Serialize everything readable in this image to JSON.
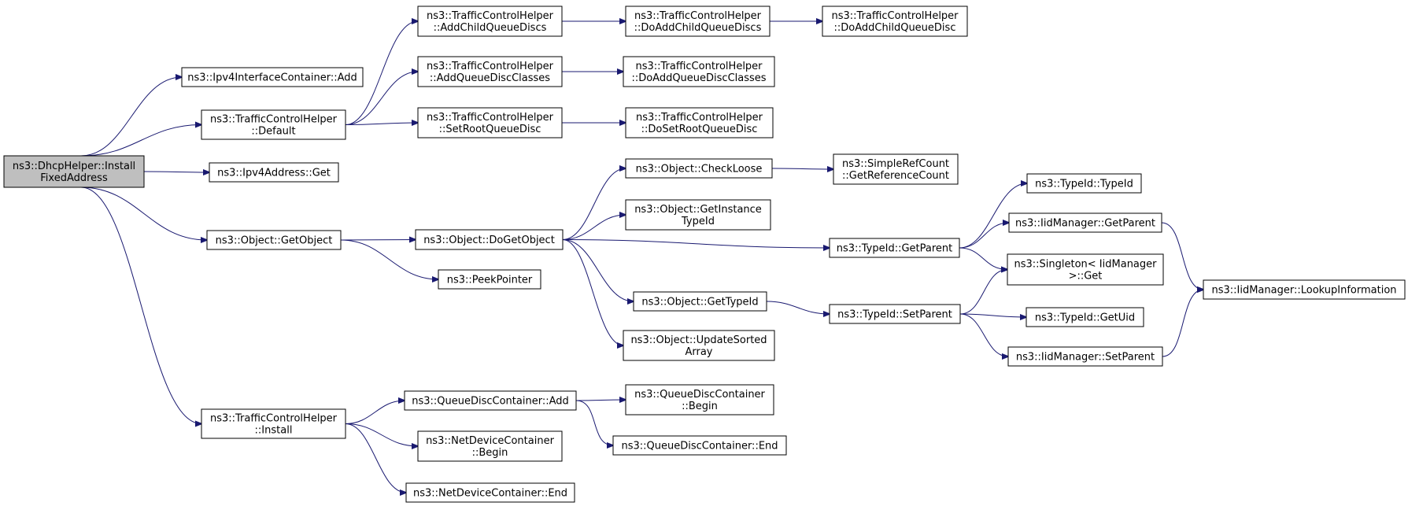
{
  "colors": {
    "edge": "#191970",
    "root_fill": "#bfbfbf",
    "node_fill": "#ffffff",
    "node_stroke": "#000000"
  },
  "nodes": {
    "root": [
      "ns3::DhcpHelper::Install",
      "FixedAddress"
    ],
    "ipv4ic_add": [
      "ns3::Ipv4InterfaceContainer::Add"
    ],
    "tch_default": [
      "ns3::TrafficControlHelper",
      "::Default"
    ],
    "ipv4addr_get": [
      "ns3::Ipv4Address::Get"
    ],
    "obj_getobject": [
      "ns3::Object::GetObject"
    ],
    "tch_install": [
      "ns3::TrafficControlHelper",
      "::Install"
    ],
    "tch_addchild": [
      "ns3::TrafficControlHelper",
      "::AddChildQueueDiscs"
    ],
    "tch_addclasses": [
      "ns3::TrafficControlHelper",
      "::AddQueueDiscClasses"
    ],
    "tch_setroot": [
      "ns3::TrafficControlHelper",
      "::SetRootQueueDisc"
    ],
    "obj_dogetobject": [
      "ns3::Object::DoGetObject"
    ],
    "peekpointer": [
      "ns3::PeekPointer"
    ],
    "qdc_add": [
      "ns3::QueueDiscContainer::Add"
    ],
    "ndc_begin": [
      "ns3::NetDeviceContainer",
      "::Begin"
    ],
    "ndc_end": [
      "ns3::NetDeviceContainer::End"
    ],
    "tch_doaddchilds": [
      "ns3::TrafficControlHelper",
      "::DoAddChildQueueDiscs"
    ],
    "tch_doaddclasses": [
      "ns3::TrafficControlHelper",
      "::DoAddQueueDiscClasses"
    ],
    "tch_dosetroot": [
      "ns3::TrafficControlHelper",
      "::DoSetRootQueueDisc"
    ],
    "obj_checkloose": [
      "ns3::Object::CheckLoose"
    ],
    "obj_getinstancetypeid": [
      "ns3::Object::GetInstance",
      "TypeId"
    ],
    "obj_gettypeid": [
      "ns3::Object::GetTypeId"
    ],
    "obj_updatesorted": [
      "ns3::Object::UpdateSorted",
      "Array"
    ],
    "qdc_begin": [
      "ns3::QueueDiscContainer",
      "::Begin"
    ],
    "qdc_end": [
      "ns3::QueueDiscContainer::End"
    ],
    "tch_doaddchild": [
      "ns3::TrafficControlHelper",
      "::DoAddChildQueueDisc"
    ],
    "src_getref": [
      "ns3::SimpleRefCount",
      "::GetReferenceCount"
    ],
    "typeid_getparent": [
      "ns3::TypeId::GetParent"
    ],
    "typeid_setparent": [
      "ns3::TypeId::SetParent"
    ],
    "typeid_typeid": [
      "ns3::TypeId::TypeId"
    ],
    "iid_getparent": [
      "ns3::IidManager::GetParent"
    ],
    "singleton_get": [
      "ns3::Singleton< IidManager",
      ">::Get"
    ],
    "typeid_getuid": [
      "ns3::TypeId::GetUid"
    ],
    "iid_setparent": [
      "ns3::IidManager::SetParent"
    ],
    "iid_lookup": [
      "ns3::IidManager::LookupInformation"
    ]
  },
  "edges": [
    [
      "root",
      "ipv4ic_add"
    ],
    [
      "root",
      "tch_default"
    ],
    [
      "root",
      "ipv4addr_get"
    ],
    [
      "root",
      "obj_getobject"
    ],
    [
      "root",
      "tch_install"
    ],
    [
      "tch_default",
      "tch_addchild"
    ],
    [
      "tch_default",
      "tch_addclasses"
    ],
    [
      "tch_default",
      "tch_setroot"
    ],
    [
      "tch_addchild",
      "tch_doaddchilds"
    ],
    [
      "tch_doaddchilds",
      "tch_doaddchild"
    ],
    [
      "tch_addclasses",
      "tch_doaddclasses"
    ],
    [
      "tch_setroot",
      "tch_dosetroot"
    ],
    [
      "obj_getobject",
      "obj_dogetobject"
    ],
    [
      "obj_getobject",
      "peekpointer"
    ],
    [
      "obj_dogetobject",
      "obj_checkloose"
    ],
    [
      "obj_dogetobject",
      "obj_getinstancetypeid"
    ],
    [
      "obj_dogetobject",
      "typeid_getparent"
    ],
    [
      "obj_dogetobject",
      "obj_gettypeid"
    ],
    [
      "obj_dogetobject",
      "obj_updatesorted"
    ],
    [
      "obj_checkloose",
      "src_getref"
    ],
    [
      "typeid_getparent",
      "typeid_typeid"
    ],
    [
      "typeid_getparent",
      "iid_getparent"
    ],
    [
      "typeid_getparent",
      "singleton_get"
    ],
    [
      "iid_getparent",
      "iid_lookup"
    ],
    [
      "obj_gettypeid",
      "typeid_setparent"
    ],
    [
      "typeid_setparent",
      "singleton_get"
    ],
    [
      "typeid_setparent",
      "typeid_getuid"
    ],
    [
      "typeid_setparent",
      "iid_setparent"
    ],
    [
      "iid_setparent",
      "iid_lookup"
    ],
    [
      "tch_install",
      "qdc_add"
    ],
    [
      "tch_install",
      "ndc_begin"
    ],
    [
      "tch_install",
      "ndc_end"
    ],
    [
      "qdc_add",
      "qdc_begin"
    ],
    [
      "qdc_add",
      "qdc_end"
    ]
  ]
}
